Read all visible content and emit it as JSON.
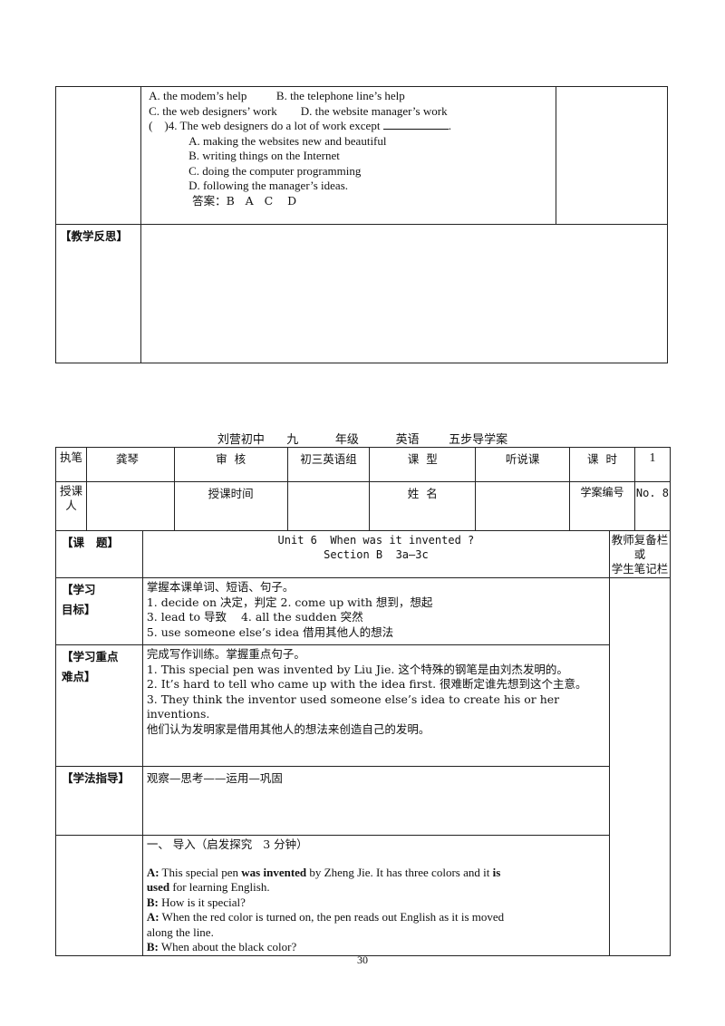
{
  "top": {
    "quiz_lines": [
      "A. the modem’s help          B. the telephone line’s help",
      "C. the web designers’ work        D. the website manager’s work",
      "(    )4. The web designers do a lot of work except",
      "A. making the websites new and beautiful",
      "B. writing things on the Internet",
      "C. doing the computer programming",
      "D. following the manager’s ideas.",
      "答案：B   A   C    D"
    ],
    "reflection_label": "【教学反思】"
  },
  "header_title": "刘营初中   九     年级     英语    五步导学案",
  "info": {
    "writer_label": "执笔",
    "writer": "龚琴",
    "review_label": "审  核",
    "review": "初三英语组",
    "type_label": "课  型",
    "type": "听说课",
    "hour_label": "课  时",
    "hour": "1",
    "teacher_label": "授课人",
    "time_label": "授课时间",
    "name_label": "姓  名",
    "plan_no_label": "学案编号",
    "plan_no": "No. 8"
  },
  "topic": {
    "label": "【课   题】",
    "line1": "Unit 6  When was it invented ?",
    "line2": "Section B  3a—3c",
    "side_label_1": "教师复备栏",
    "side_label_2": "或",
    "side_label_3": "学生笔记栏"
  },
  "goals": {
    "label_1": "【学习",
    "label_2": "目标】",
    "lines": [
      "掌握本课单词、短语、句子。",
      "1. decide on 决定，判定  2. come up with 想到，想起",
      "3. lead to 导致    4. all the sudden 突然",
      "5. use someone else’s idea 借用其他人的想法"
    ]
  },
  "key_points": {
    "label_1": "【学习重点",
    "label_2": "难点】",
    "lines": [
      "完成写作训练。掌握重点句子。",
      "1. This special pen was invented by Liu Jie. 这个特殊的钢笔是由刘杰发明的。",
      "2. It’s hard to tell who came up with the idea first. 很难断定谁先想到这个主意。",
      "3. They think the inventor used someone else’s idea to create his or her inventions.",
      "他们认为发明家是借用其他人的想法来创造自己的发明。"
    ]
  },
  "method": {
    "label": "【学法指导】",
    "text": "观察—思考——运用—巩固"
  },
  "intro": {
    "heading": "一、 导入（启发探究   3 分钟）",
    "l1_a": "A:",
    "l1_b": " This special pen ",
    "l1_c": "was invented",
    "l1_d": " by Zheng Jie. It has three colors and it ",
    "l1_e": "is",
    "l2_a": "used",
    "l2_b": " for learning English.",
    "l3_a": "B:",
    "l3_b": " How is it special?",
    "l4_a": "A:",
    "l4_b": " When the red color is turned on, the pen reads out English as it is moved",
    "l5": "along the line.",
    "l6_a": "B:",
    "l6_b": " When about the black color?"
  },
  "page_number": "30"
}
